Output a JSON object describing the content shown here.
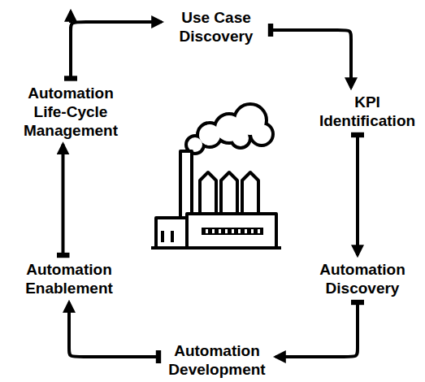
{
  "diagram": {
    "nodes": [
      {
        "text": [
          "Use Case Discovery"
        ]
      },
      {
        "text": [
          "KPI Identification"
        ]
      },
      {
        "text": [
          "Automation Discovery"
        ]
      },
      {
        "text": [
          "Automation Development"
        ]
      },
      {
        "text": [
          "Automation Enablement"
        ]
      },
      {
        "text": [
          "Automation Life-Cycle Management"
        ]
      }
    ],
    "edges": [
      {
        "from": 0,
        "to": 1,
        "arrow": "to"
      },
      {
        "from": 1,
        "to": 2,
        "arrow": "to"
      },
      {
        "from": 2,
        "to": 3,
        "arrow": "to"
      },
      {
        "from": 3,
        "to": 4,
        "arrow": "to"
      },
      {
        "from": 4,
        "to": 5,
        "arrow": "to"
      },
      {
        "from": 5,
        "to": 0,
        "arrow": "to"
      }
    ]
  }
}
